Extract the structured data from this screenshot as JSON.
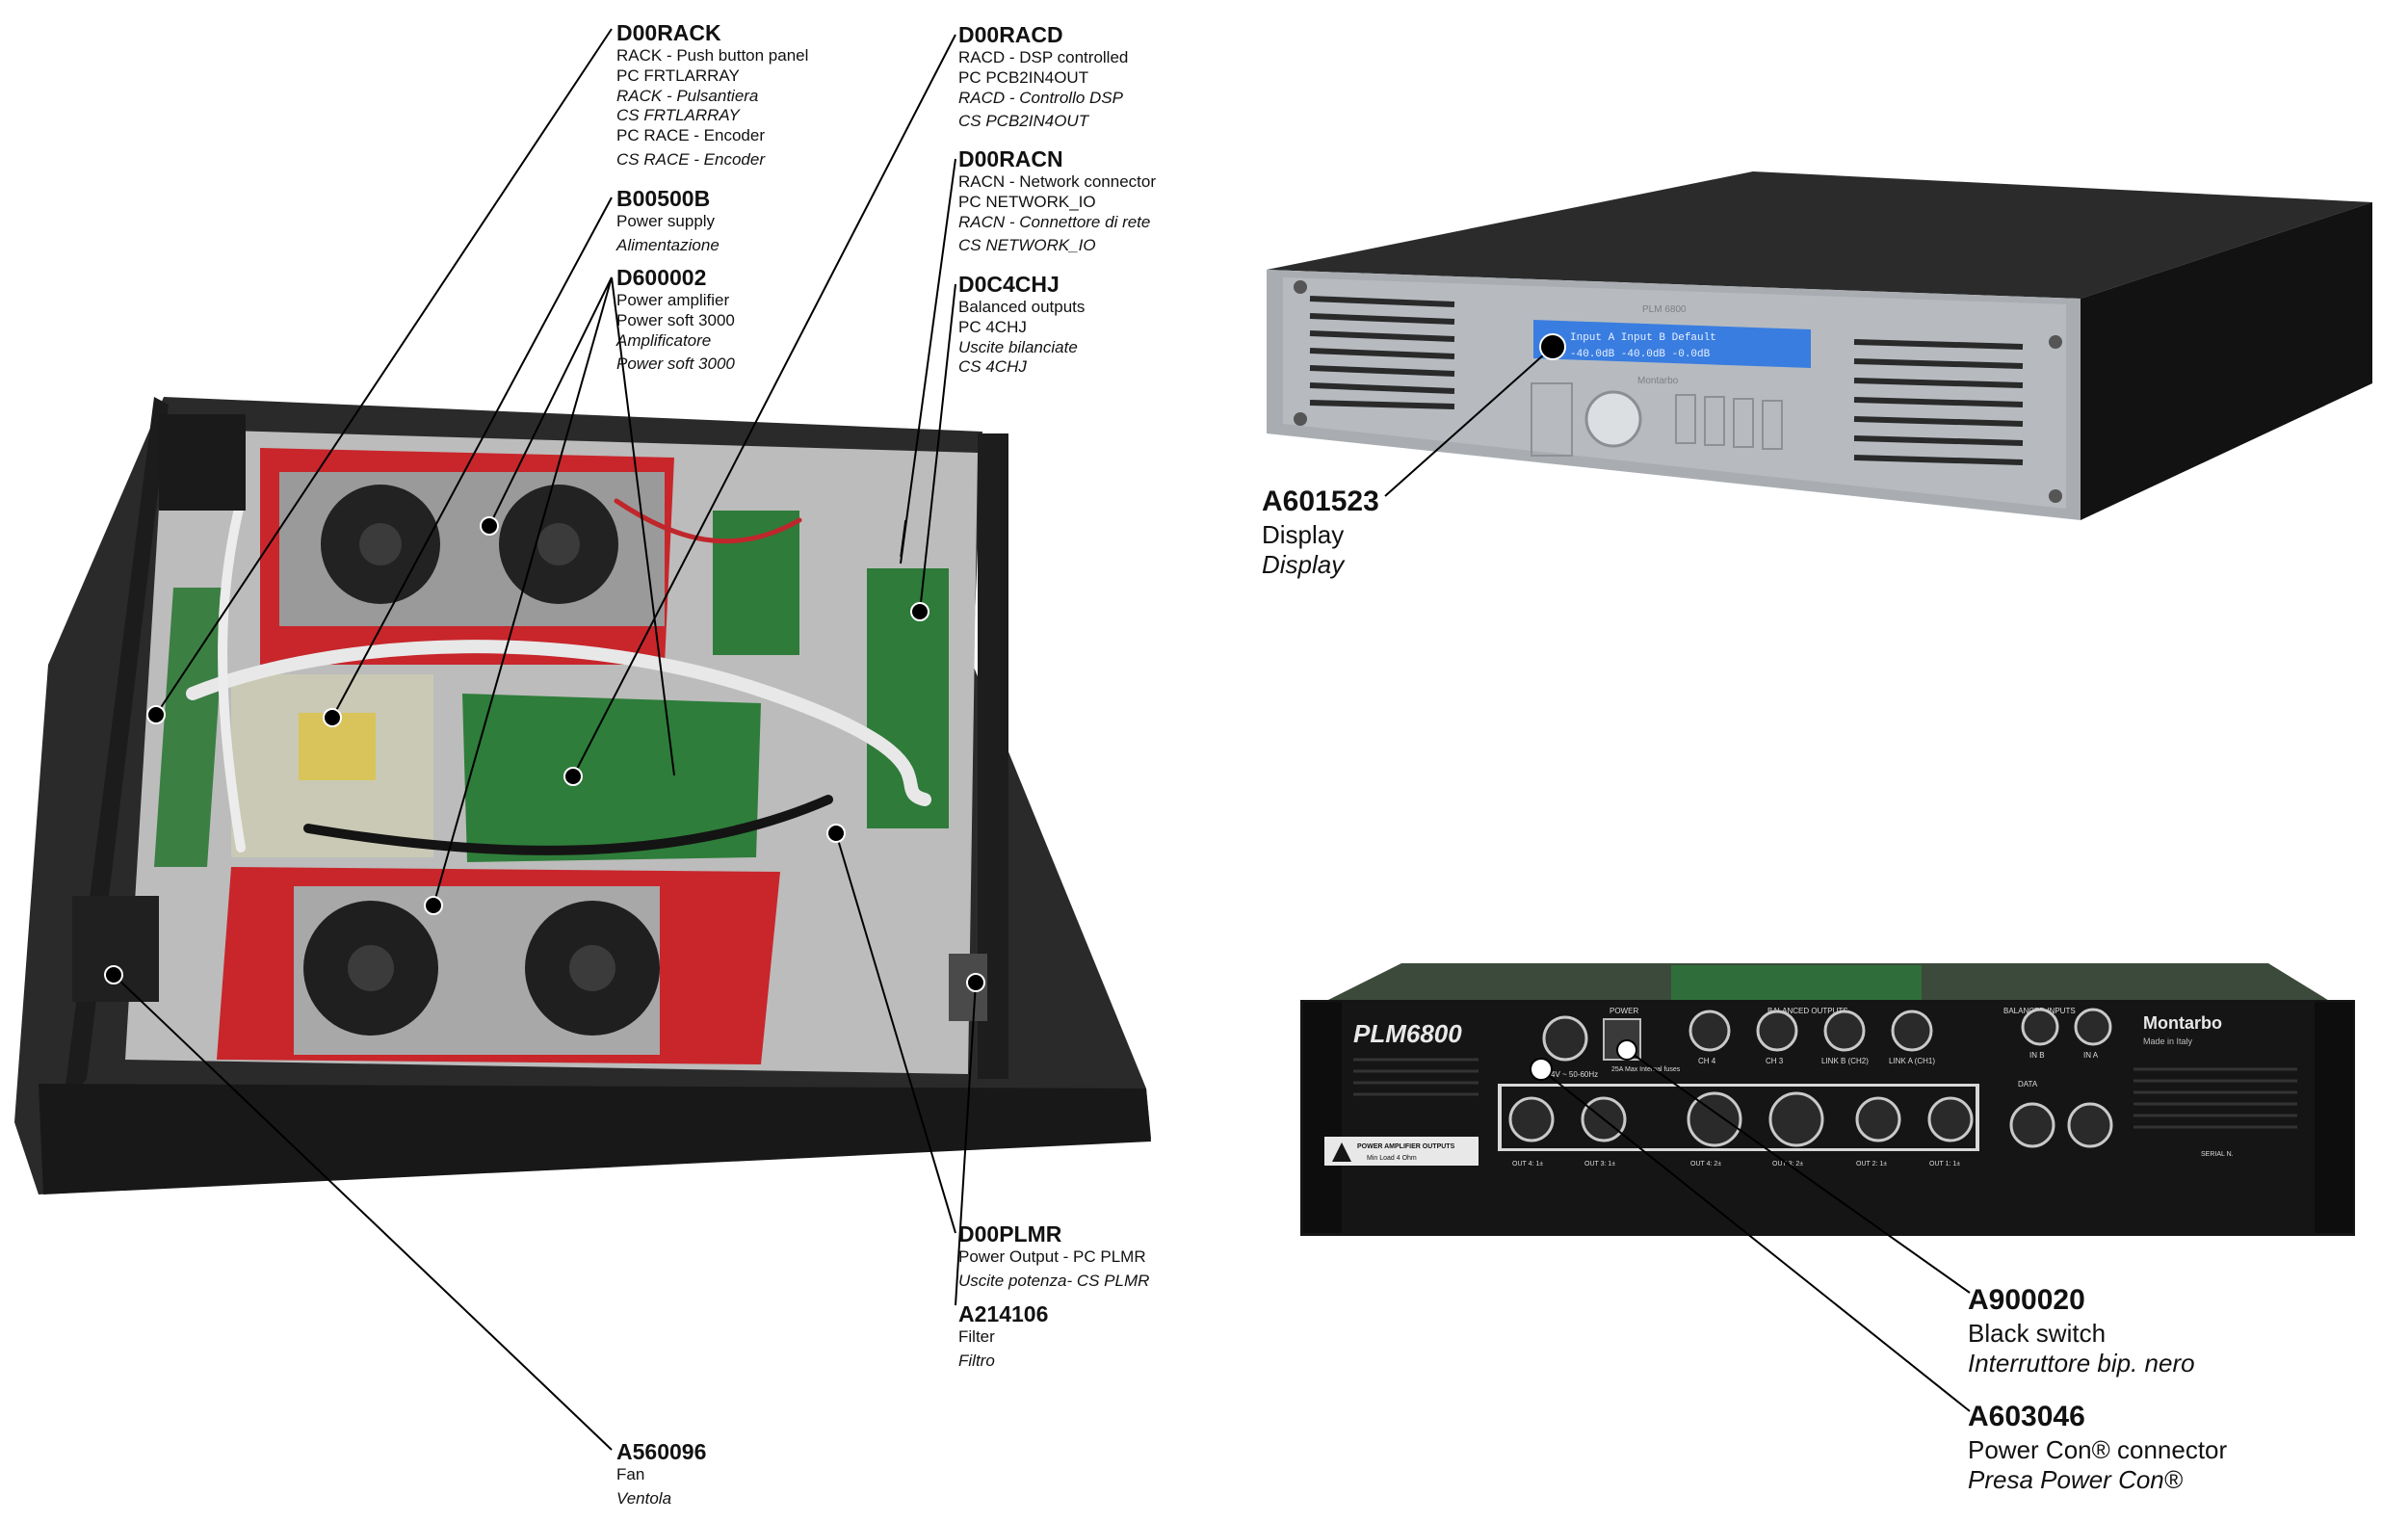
{
  "callouts": [
    {
      "code": "D00RACK",
      "lines": [
        {
          "t": "RACK - Push button panel",
          "i": false
        },
        {
          "t": "PC FRTLARRAY",
          "i": false
        },
        {
          "t": "RACK - Pulsantiera",
          "i": true
        },
        {
          "t": "CS FRTLARRAY",
          "i": true
        },
        {
          "t": "PC RACE - Encoder",
          "i": false
        },
        {
          "t": "CS RACE - Encoder",
          "i": true
        }
      ]
    },
    {
      "code": "B00500B",
      "lines": [
        {
          "t": "Power supply",
          "i": false
        },
        {
          "t": "Alimentazione",
          "i": true
        }
      ]
    },
    {
      "code": "D600002",
      "lines": [
        {
          "t": "Power amplifier",
          "i": false
        },
        {
          "t": "Power soft 3000",
          "i": false
        },
        {
          "t": "Amplificatore",
          "i": true
        },
        {
          "t": "Power soft 3000",
          "i": true
        }
      ]
    },
    {
      "code": "D00RACD",
      "lines": [
        {
          "t": "RACD - DSP controlled",
          "i": false
        },
        {
          "t": "PC PCB2IN4OUT",
          "i": false
        },
        {
          "t": "RACD - Controllo DSP",
          "i": true
        },
        {
          "t": "CS PCB2IN4OUT",
          "i": true
        }
      ]
    },
    {
      "code": "D00RACN",
      "lines": [
        {
          "t": "RACN - Network connector",
          "i": false
        },
        {
          "t": "PC NETWORK_IO",
          "i": false
        },
        {
          "t": "RACN - Connettore di rete",
          "i": true
        },
        {
          "t": "CS NETWORK_IO",
          "i": true
        }
      ]
    },
    {
      "code": "D0C4CHJ",
      "lines": [
        {
          "t": "Balanced outputs",
          "i": false
        },
        {
          "t": "PC 4CHJ",
          "i": false
        },
        {
          "t": "Uscite bilanciate",
          "i": true
        },
        {
          "t": "CS 4CHJ",
          "i": true
        }
      ]
    },
    {
      "code": "D00PLMR",
      "lines": [
        {
          "t": "Power Output - PC PLMR",
          "i": false
        },
        {
          "t": "Uscite  potenza- CS PLMR",
          "i": true
        }
      ]
    },
    {
      "code": "A214106",
      "lines": [
        {
          "t": "Filter",
          "i": false
        },
        {
          "t": "Filtro",
          "i": true
        }
      ]
    },
    {
      "code": "A560096",
      "lines": [
        {
          "t": "Fan",
          "i": false
        },
        {
          "t": "Ventola",
          "i": true
        }
      ]
    },
    {
      "code": "A601523",
      "lines": [
        {
          "t": "Display",
          "i": false
        },
        {
          "t": "Display",
          "i": true
        }
      ]
    },
    {
      "code": "A900020",
      "lines": [
        {
          "t": "Black switch",
          "i": false
        },
        {
          "t": "Interruttore bip. nero",
          "i": true
        }
      ]
    },
    {
      "code": "A603046",
      "lines": [
        {
          "t": "Power Con®  connector",
          "i": false
        },
        {
          "t": "Presa Power Con®",
          "i": true
        }
      ]
    }
  ],
  "front_panel": {
    "model": "PLM 6800",
    "lcd_line1": "Input A  Input B  Default",
    "lcd_line2": "-40.0dB   -40.0dB   -0.0dB",
    "brand": "Montarbo"
  },
  "rear_panel": {
    "model": "PLM6800",
    "brand": "Montarbo",
    "made_in": "Made in Italy",
    "power_label": "POWER",
    "balanced_outputs_label": "BALANCED OUTPUTS",
    "balanced_inputs_label": "BALANCED INPUTS",
    "data_label": "DATA",
    "power_amp_outputs_label": "POWER AMPLIFIER OUTPUTS",
    "min_load_label": "Min Load 4 Ohm",
    "xlr_labels": [
      "CH 4",
      "CH 3",
      "LINK B (CH2)",
      "LINK A (CH1)"
    ],
    "input_labels": [
      "IN B",
      "IN A"
    ],
    "speakon_labels": [
      "OUT 4: 1±",
      "OUT 3: 1±",
      "OUT 4: 2±",
      "OUT 3: 2±",
      "OUT 2: 1±",
      "OUT 1: 1±"
    ],
    "mains_label": "90/264V ~ 50-60Hz",
    "fuse_label": "25A Max Internal fuses",
    "serial_label": "SERIAL N."
  }
}
